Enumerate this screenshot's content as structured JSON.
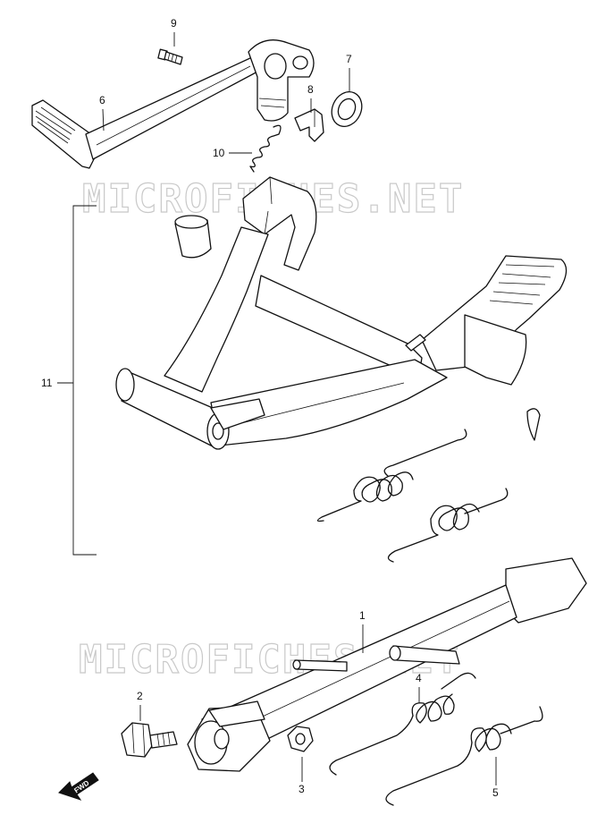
{
  "watermark": {
    "upper": "MICROFICHES.NET",
    "lower": "MICROFICHES.NET"
  },
  "direction_arrow": {
    "label": "FWD"
  },
  "callouts": [
    {
      "id": "c1",
      "label": "1"
    },
    {
      "id": "c2",
      "label": "2"
    },
    {
      "id": "c3",
      "label": "3"
    },
    {
      "id": "c4",
      "label": "4"
    },
    {
      "id": "c5",
      "label": "5"
    },
    {
      "id": "c6",
      "label": "6"
    },
    {
      "id": "c7",
      "label": "7"
    },
    {
      "id": "c8",
      "label": "8"
    },
    {
      "id": "c9",
      "label": "9"
    },
    {
      "id": "c10",
      "label": "10"
    },
    {
      "id": "c11",
      "label": "11"
    }
  ]
}
